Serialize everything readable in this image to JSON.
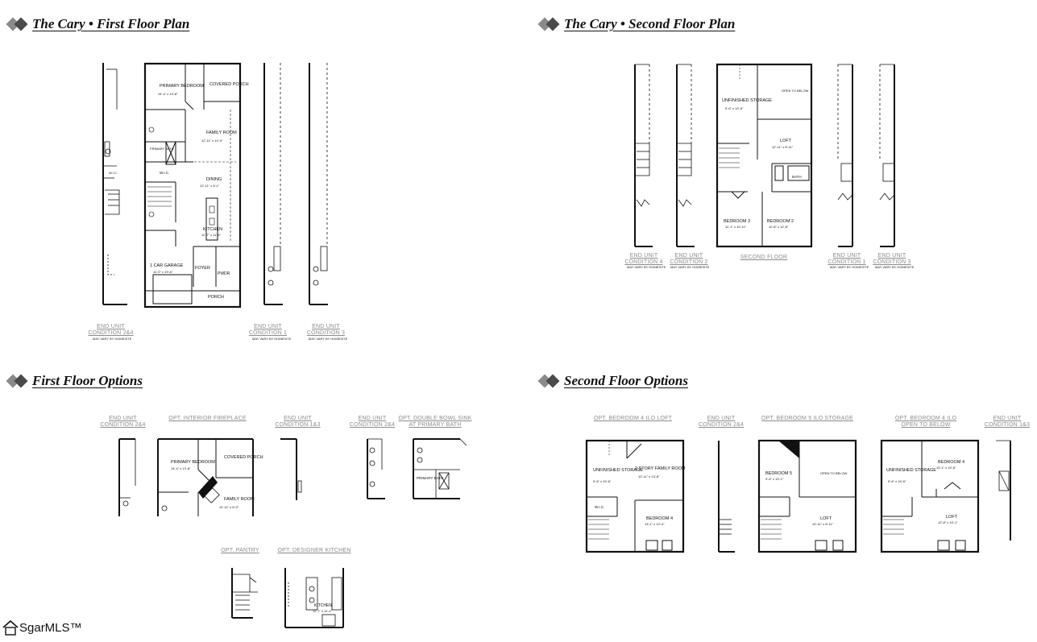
{
  "sections": {
    "first_floor": "The Cary • First Floor Plan",
    "second_floor": "The Cary • Second Floor Plan",
    "first_options": "First Floor Options",
    "second_options": "Second Floor Options"
  },
  "first_floor": {
    "rooms": {
      "primary_bedroom": "PRIMARY BEDROOM",
      "primary_bedroom_dim": "14'-4\" x 13'-8\"",
      "covered_porch": "COVERED PORCH",
      "family_room": "FAMILY ROOM",
      "family_room_dim": "12'-11\" x 10'-9\"",
      "primary_bath": "PRIMARY BATH",
      "wic": "W.I.C.",
      "dining": "DINING",
      "dining_dim": "12'-11\" x 8'-1\"",
      "kitchen": "KITCHEN",
      "kitchen_dim": "11'-7\" x 11'-4\"",
      "garage": "1 CAR GARAGE",
      "garage_dim": "11'-0\" x 19'-6\"",
      "foyer": "FOYER",
      "pwdr": "PWDR",
      "porch": "PORCH"
    },
    "labels": {
      "end_2_4_a": "END UNIT",
      "end_2_4_b": "CONDITION 2&4",
      "end_1_a": "END UNIT",
      "end_1_b": "CONDITION 1",
      "end_3_a": "END UNIT",
      "end_3_b": "CONDITION 3",
      "note": "MAY VARY BY HOMESITE"
    }
  },
  "second_floor": {
    "rooms": {
      "unfinished_storage": "UNFINISHED STORAGE",
      "unfinished_storage_dim": "9'-6\" x 13'-6\"",
      "open_below": "OPEN TO BELOW",
      "loft": "LOFT",
      "loft_dim": "12'-11\" x 8'-11\"",
      "bath": "BATH",
      "bedroom3": "BEDROOM 3",
      "bedroom3_dim": "11'-1\" x 10'-11\"",
      "bedroom2": "BEDROOM 2",
      "bedroom2_dim": "11'-8\" x 12'-8\""
    },
    "labels": {
      "end4_a": "END UNIT",
      "end4_b": "CONDITION 4",
      "end2_a": "END UNIT",
      "end2_b": "CONDITION 2",
      "second_floor": "SECOND FLOOR",
      "end1_a": "END UNIT",
      "end1_b": "CONDITION 1",
      "end3_a": "END UNIT",
      "end3_b": "CONDITION 3",
      "note": "MAY VARY BY HOMESITE"
    }
  },
  "first_options": {
    "end_2_4_a": "END UNIT",
    "end_2_4_b": "CONDITION 2&4",
    "fireplace": "OPT. INTERIOR FIREPLACE",
    "end_1_3_a": "END UNIT",
    "end_1_3_b": "CONDITION 1&3",
    "end_2_4_c": "END UNIT",
    "end_2_4_d": "CONDITION 2&4",
    "double_sink_a": "OPT. DOUBLE BOWL SINK",
    "double_sink_b": "AT PRIMARY BATH",
    "pantry": "OPT. PANTRY",
    "designer_kitchen": "OPT. DESIGNER KITCHEN",
    "rooms": {
      "primary_bedroom": "PRIMARY BEDROOM",
      "primary_bedroom_dim": "14'-4\" x 13'-8\"",
      "covered_porch": "COVERED PORCH",
      "family_room": "FAMILY ROOM",
      "family_room_dim": "12'-11\" x 8'-0\"",
      "primary_bath": "PRIMARY BATH",
      "kitchen": "KITCHEN",
      "kitchen_dim": "11'-7\" x 11'-4\""
    }
  },
  "second_options": {
    "bed4_loft": "OPT. BEDROOM 4 ILO LOFT",
    "end_2_4_a": "END UNIT",
    "end_2_4_b": "CONDITION 2&4",
    "bed5_storage": "OPT. BEDROOM 5 ILO STORAGE",
    "bed4_open_a": "OPT. BEDROOM 4 ILO",
    "bed4_open_b": "OPEN TO BELOW",
    "end_1_3_a": "END UNIT",
    "end_1_3_b": "CONDITION 1&3",
    "rooms": {
      "unfinished_storage": "UNFINISHED STORAGE",
      "unfinished_storage_dim": "9'-6\" x 13'-6\"",
      "two_story_family": "2 STORY FAMILY ROOM",
      "two_story_family_dim": "12'-11\" x 13'-8\"",
      "wic": "W.I.C.",
      "bedroom4": "BEDROOM 4",
      "bedroom4_dim": "13'-1\" x 10'-4\"",
      "bedroom5": "BEDROOM 5",
      "bedroom5_dim": "9'-6\" x 13'-1\"",
      "open_below": "OPEN TO BELOW",
      "loft": "LOFT",
      "loft_dim": "12'-11\" x 8'-11\"",
      "loft2_dim": "12'-8\" x 10'-1\"",
      "bedroom4b_dim": "13'-1\" x 10'-6\""
    }
  },
  "watermark": "SgarMLS™"
}
